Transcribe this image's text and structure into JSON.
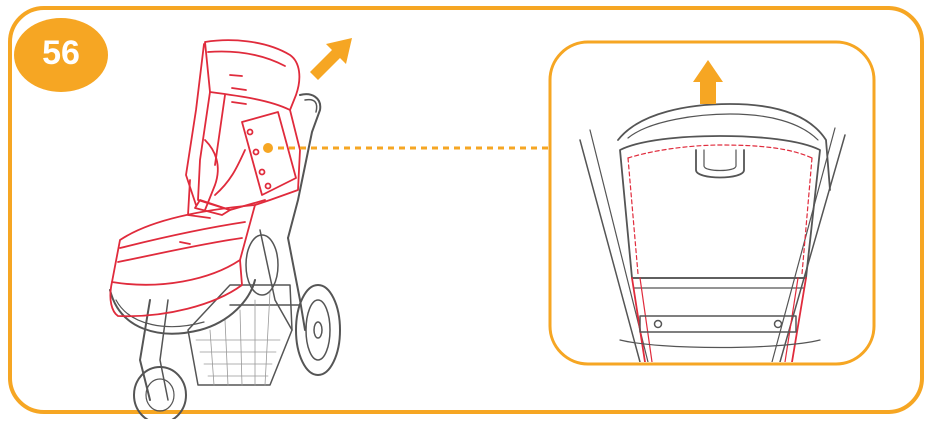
{
  "step": {
    "number": "56"
  },
  "colors": {
    "accent": "#f6a623",
    "outline": "#555555",
    "highlight": "#e02b3c"
  },
  "illustration": {
    "main": "stroller-with-seat-cover-highlighted",
    "detail": "seat-back-cover-removal-closeup",
    "arrows": [
      "arrow-up-right-icon",
      "arrow-up-icon"
    ]
  }
}
